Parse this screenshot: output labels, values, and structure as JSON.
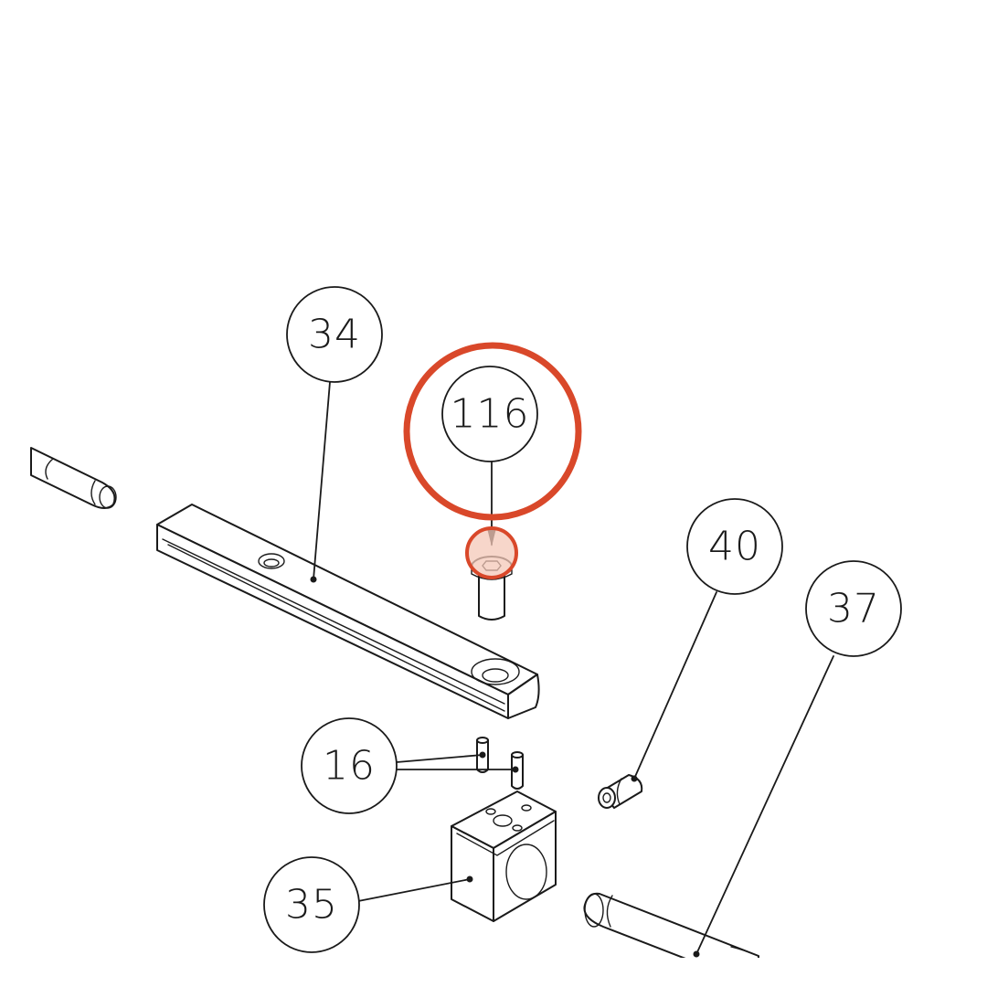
{
  "callouts": {
    "c34": "34",
    "c116": "116",
    "c40": "40",
    "c37": "37",
    "c16": "16",
    "c35": "35"
  },
  "highlight": {
    "target": "116",
    "ring_color": "#d9482a",
    "fill_color": "#f4c8b8"
  }
}
